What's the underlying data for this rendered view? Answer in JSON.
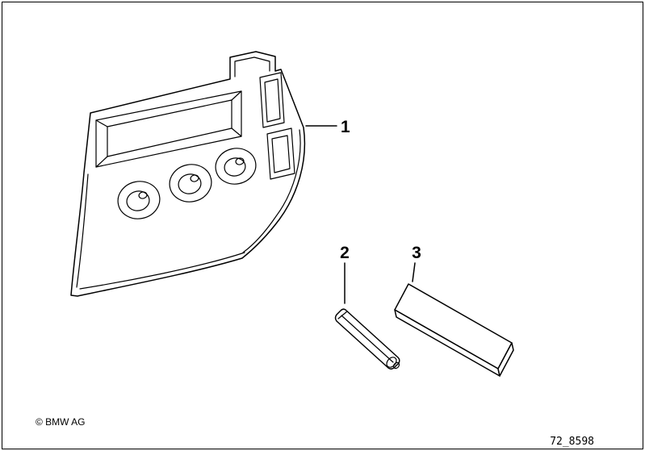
{
  "page": {
    "background_color": "#ffffff",
    "line_color": "#000000"
  },
  "diagram": {
    "callouts": [
      {
        "label": "1"
      },
      {
        "label": "2"
      },
      {
        "label": "3"
      }
    ],
    "copyright": "© BMW AG",
    "drawing_number": "72_8598"
  }
}
